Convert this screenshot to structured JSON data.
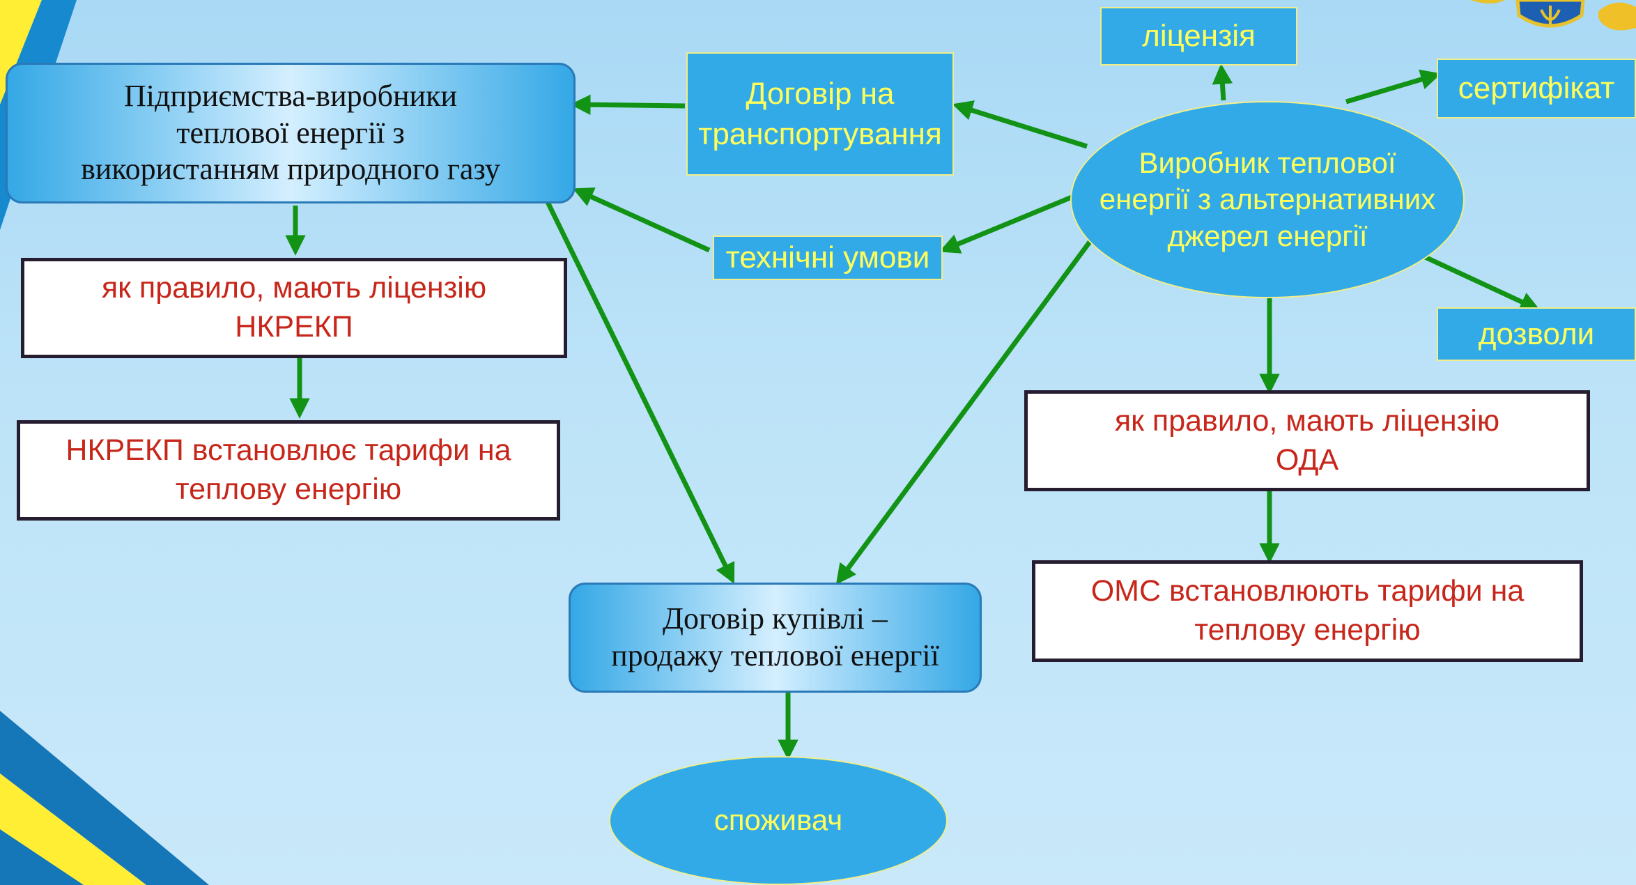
{
  "colors": {
    "arrow": "#129315",
    "box_fill": "#33aae8",
    "box_text": "#ffff59",
    "note_text": "#c7261a",
    "background": "#bde3f8"
  },
  "icons": [
    "emblem-icon"
  ],
  "nodes": {
    "gas_producers": "Підприємства-виробники\nтеплової енергії з\nвикористанням природного газу",
    "gas_license": "як правило, мають ліцензію\nНКРЕКП",
    "gas_tariffs": "НКРЕКП встановлює тарифи на\nтеплову енергію",
    "transport_contract": "Договір на\nтранспортування",
    "technical_conditions": "технічні умови",
    "license": "ліцензія",
    "certificate": "сертифікат",
    "alt_producer": "Виробник теплової\nенергії  з альтернативних\nджерел енергії",
    "permits": "дозволи",
    "alt_license": "як правило, мають ліцензію\nОДА",
    "alt_tariffs": "ОМС встановлюють тарифи на\nтеплову енергію",
    "sale_contract": "Договір купівлі –\nпродажу теплової енергії",
    "consumer": "споживач"
  }
}
